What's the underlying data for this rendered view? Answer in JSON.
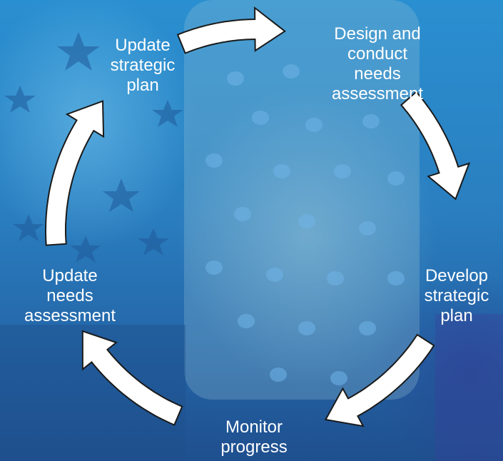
{
  "diagram": {
    "steps": [
      {
        "id": "design",
        "lines": [
          "Design and",
          "conduct",
          "needs",
          "assessment"
        ]
      },
      {
        "id": "develop",
        "lines": [
          "Develop",
          "strategic",
          "plan"
        ]
      },
      {
        "id": "monitor",
        "lines": [
          "Monitor",
          "progress"
        ]
      },
      {
        "id": "update-needs",
        "lines": [
          "Update",
          "needs",
          "assessment"
        ]
      },
      {
        "id": "update-plan",
        "lines": [
          "Update",
          "strategic",
          "plan"
        ]
      }
    ]
  },
  "colors": {
    "overlay": "#2a7fc0",
    "arrow_fill": "#ffffff",
    "arrow_stroke": "#1a1a1a",
    "text": "#ffffff"
  }
}
